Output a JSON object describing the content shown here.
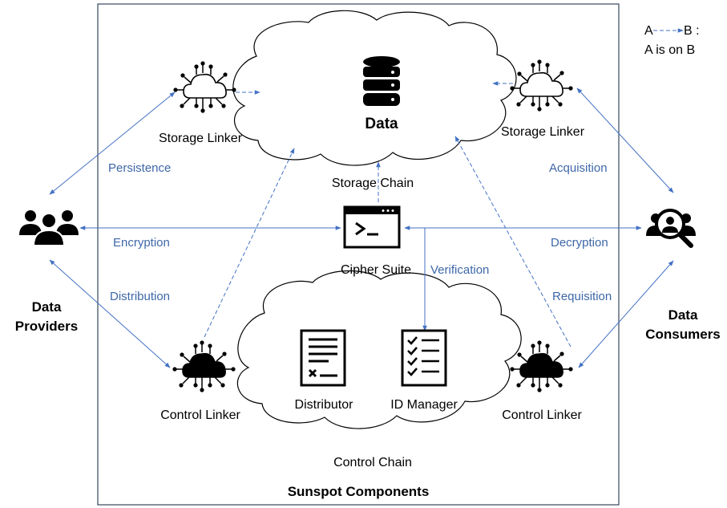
{
  "legend": {
    "a": "A",
    "b": "B :",
    "text": "A is on B"
  },
  "frame_title": "Sunspot Components",
  "storage_cloud": {
    "title": "Data",
    "chain": "Storage Chain"
  },
  "control_cloud": {
    "chain": "Control Chain",
    "distributor": "Distributor",
    "id_manager": "ID Manager"
  },
  "cipher_suite": "Cipher Suite",
  "linkers": {
    "storage_left": "Storage Linker",
    "storage_right": "Storage Linker",
    "control_left": "Control Linker",
    "control_right": "Control Linker"
  },
  "providers": {
    "line1": "Data",
    "line2": "Providers"
  },
  "consumers": {
    "line1": "Data",
    "line2": "Consumers"
  },
  "flows": {
    "persistence": "Persistence",
    "encryption": "Encryption",
    "distribution": "Distribution",
    "acquisition": "Acquisition",
    "decryption": "Decryption",
    "requisition": "Requisition",
    "verification": "Verification"
  },
  "colors": {
    "arrow": "#4472c4",
    "flow_text": "#3e67a8",
    "frame": "#44546a"
  },
  "icons": {
    "data": "database-icon",
    "cipher": "terminal-icon",
    "distributor": "document-icon",
    "id_manager": "checklist-icon",
    "providers": "users-group-icon",
    "consumers": "user-search-icon",
    "linker_outline": "cloud-network-icon",
    "linker_filled": "cloud-network-filled-icon"
  }
}
